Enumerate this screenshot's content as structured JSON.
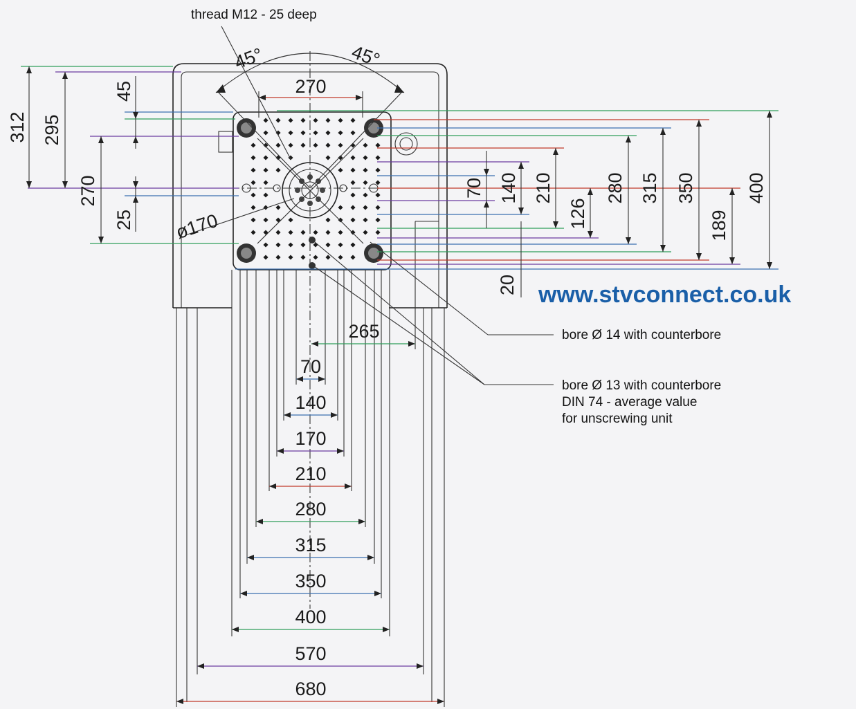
{
  "notes": {
    "thread": "thread M12 - 25 deep",
    "bore14": "bore Ø 14 with counterbore",
    "bore13_line1": "bore Ø 13 with counterbore",
    "bore13_line2": "DIN 74 - average value",
    "bore13_line3": "for unscrewing unit"
  },
  "website": "www.stvconnect.co.uk",
  "angles": {
    "left": "45°",
    "right": "45°"
  },
  "dims": {
    "top_width": "270",
    "left_312": "312",
    "left_295": "295",
    "left_45": "45",
    "left_270": "270",
    "left_25": "25",
    "diameter": "ø170",
    "right_70": "70",
    "right_140": "140",
    "right_210": "210",
    "right_126": "126",
    "right_280": "280",
    "right_315": "315",
    "right_350": "350",
    "right_189": "189",
    "right_400": "400",
    "right_20": "20",
    "bottom_265": "265",
    "bottom_70": "70",
    "bottom_140": "140",
    "bottom_170": "170",
    "bottom_210": "210",
    "bottom_280": "280",
    "bottom_315": "315",
    "bottom_350": "350",
    "bottom_400": "400",
    "bottom_570": "570",
    "bottom_680": "680"
  },
  "colors": {
    "dim_blue": "#3a6fb0",
    "dim_green": "#2e9e5a",
    "dim_purple": "#6a3aa0",
    "dim_red": "#c0392b",
    "website_blue": "#1a5fa8"
  }
}
